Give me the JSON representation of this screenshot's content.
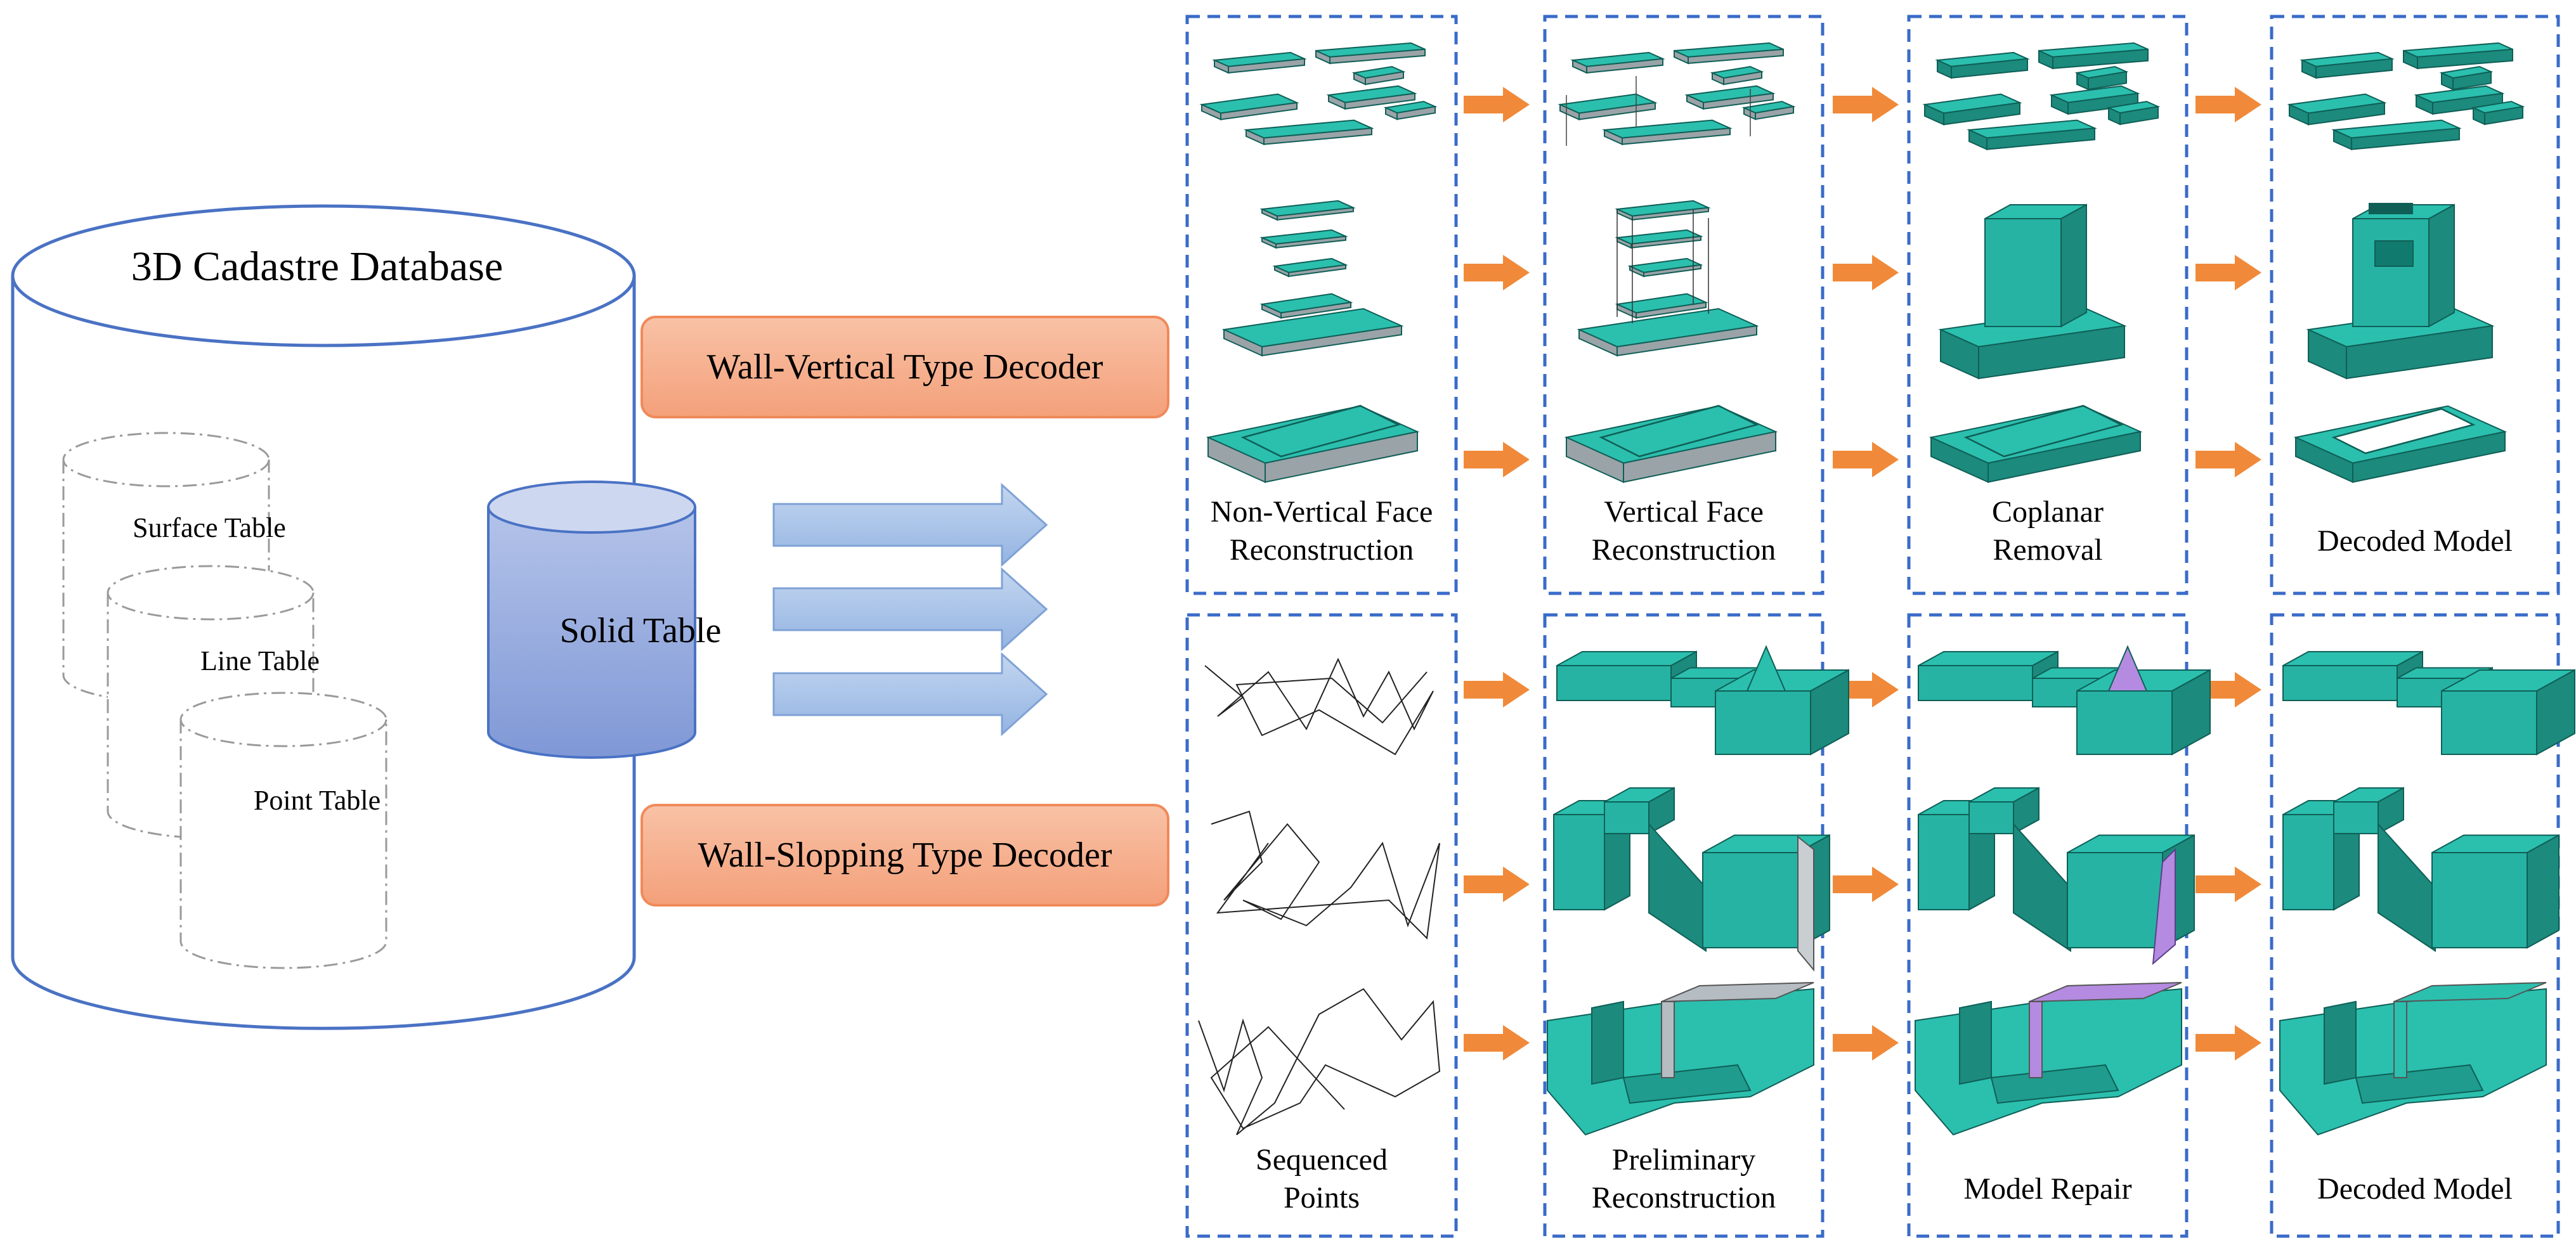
{
  "database": {
    "title": "3D Cadastre Database",
    "tables": [
      "Surface Table",
      "Line Table",
      "Point Table"
    ],
    "solid_table": "Solid Table"
  },
  "decoders": {
    "vertical": "Wall-Vertical Type Decoder",
    "sloping": "Wall-Slopping Type Decoder"
  },
  "steps": {
    "vertical": [
      "Non-Vertical Face\nReconstruction",
      "Vertical Face\nReconstruction",
      "Coplanar\nRemoval",
      "Decoded Model"
    ],
    "sloping": [
      "Sequenced\nPoints",
      "Preliminary\nReconstruction",
      "Model Repair",
      "Decoded Model"
    ]
  },
  "colors": {
    "teal": "#2bbfae",
    "teal_dark": "#1c8a7d",
    "grey": "#9aa3a8",
    "purple": "#b48be0",
    "orange_arrow": "#f08a3a",
    "decoder_fill": "#f6b08f",
    "decoder_border": "#f08a5a",
    "panel_border": "#3a6bc9",
    "database_border": "#4a72c4",
    "solid_fill": "#8fa4d8",
    "blue_arrow": "#a9c4e8"
  }
}
